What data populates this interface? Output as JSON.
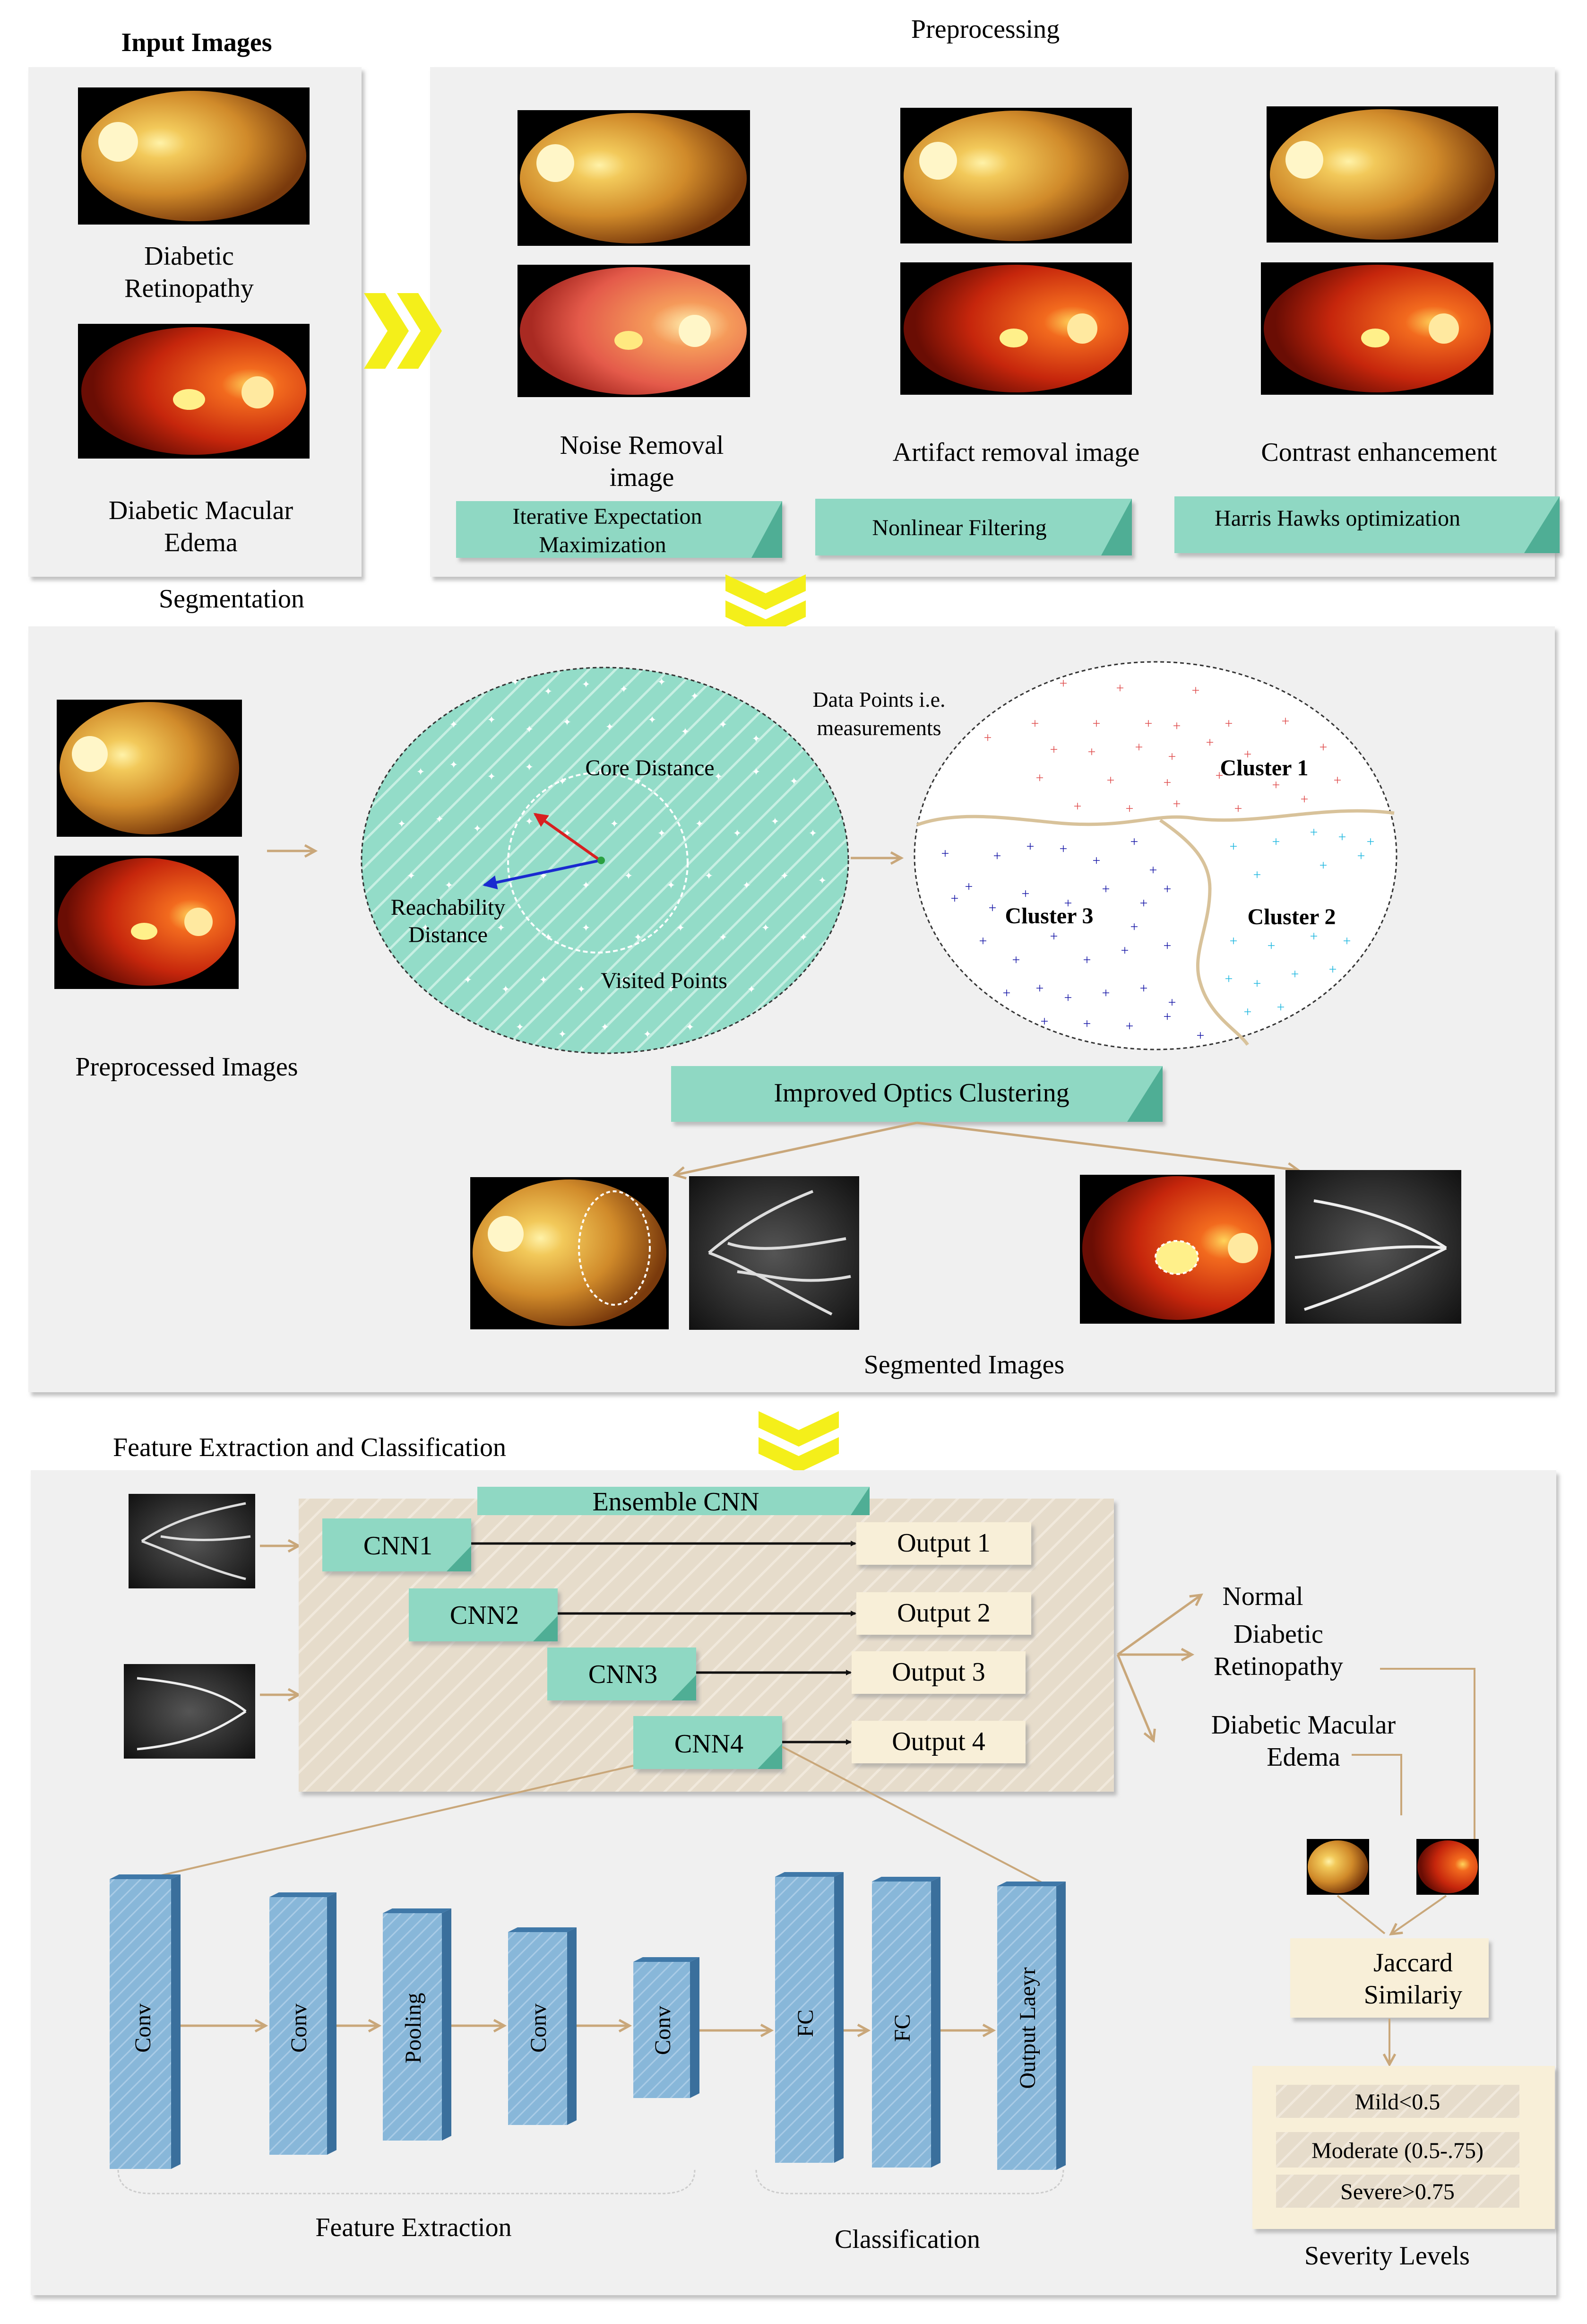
{
  "headings": {
    "input_images": "Input Images",
    "preprocessing": "Preprocessing",
    "segmentation": "Segmentation",
    "feature_extraction_classification": "Feature Extraction and Classification"
  },
  "input": {
    "dr_label_1": "Diabetic",
    "dr_label_2": "Retinopathy",
    "dme_label_1": "Diabetic Macular",
    "dme_label_2": "Edema"
  },
  "preprocessing": {
    "noise_1": "Noise Removal",
    "noise_2": "image",
    "artifact": "Artifact removal image",
    "contrast": "Contrast enhancement",
    "tag_iem_1": "Iterative Expectation",
    "tag_iem_2": "Maximization",
    "tag_nlf": "Nonlinear Filtering",
    "tag_hho": "Harris Hawks optimization"
  },
  "segmentation": {
    "preprocessed_images": "Preprocessed Images",
    "core_distance": "Core Distance",
    "reachability_1": "Reachability",
    "reachability_2": "Distance",
    "visited_points": "Visited Points",
    "data_points_1": "Data Points i.e.",
    "data_points_2": "measurements",
    "cluster_1": "Cluster 1",
    "cluster_2": "Cluster 2",
    "cluster_3": "Cluster 3",
    "optics": "Improved Optics Clustering",
    "segmented_images": "Segmented Images"
  },
  "classification": {
    "ensemble": "Ensemble CNN",
    "cnns": [
      "CNN1",
      "CNN2",
      "CNN3",
      "CNN4"
    ],
    "outputs": [
      "Output  1",
      "Output  2",
      "Output  3",
      "Output  4"
    ],
    "normal": "Normal",
    "dr_1": "Diabetic",
    "dr_2": "Retinopathy",
    "dme_1": "Diabetic Macular",
    "dme_2": "Edema",
    "jaccard_1": "Jaccard",
    "jaccard_2": "Similariy",
    "layers": [
      "Conv",
      "Conv",
      "Pooling",
      "Conv",
      "Conv",
      "FC",
      "FC",
      "Output Laeyr"
    ],
    "feature_extraction": "Feature Extraction",
    "classification": "Classification",
    "severity_levels": "Severity Levels",
    "severity": [
      "Mild<0.5",
      "Moderate (0.5-.75)",
      "Severe>0.75"
    ]
  },
  "colors": {
    "panel": "#f0f0f0",
    "teal": "#8fd8c3",
    "teal_dark": "#4fae95",
    "beige": "#f8efd8",
    "tan": "#c9a77a",
    "chevron": "#f4ef1a",
    "layer_blue": "#88b7d9",
    "red_point": "#e05050",
    "blue_point": "#1a1aa8",
    "cyan_point": "#22b8e0"
  }
}
